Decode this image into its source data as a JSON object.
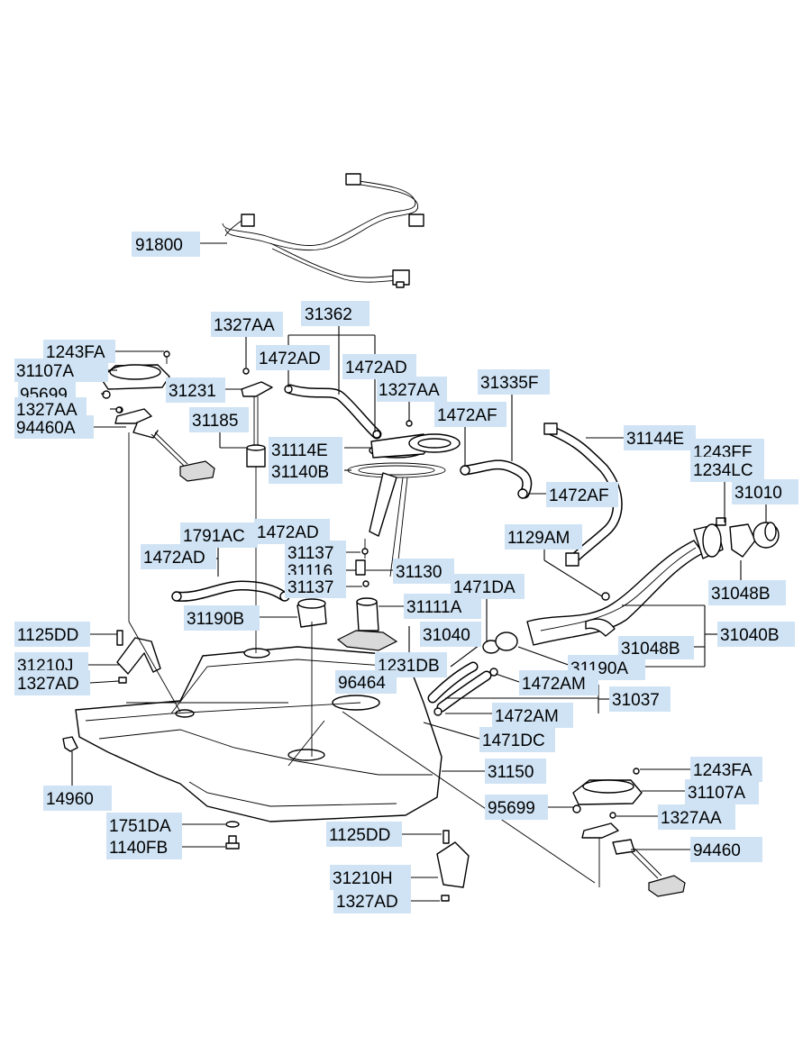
{
  "diagram": {
    "background": "#ffffff",
    "label_color": "#cfe3f4",
    "line_color": "#000000"
  },
  "labels": {
    "l91800": "91800",
    "l31362": "31362",
    "l1327AA_top": "1327AA",
    "l1243FA_left": "1243FA",
    "l31107A_left": "31107A",
    "l95699_left": "95699",
    "l1327AA_left": "1327AA",
    "l94460A": "94460A",
    "l1472AD_a": "1472AD",
    "l1472AD_b": "1472AD",
    "l1327AA_mid": "1327AA",
    "l31335F": "31335F",
    "l1472AF_a": "1472AF",
    "l1472AF_b": "1472AF",
    "l31231": "31231",
    "l31185": "31185",
    "l31114E": "31114E",
    "l31140B": "31140B",
    "l31144E": "31144E",
    "l1243FF": "1243FF",
    "l1234LC": "1234LC",
    "l31010": "31010",
    "l1129AM": "1129AM",
    "l31048B_a": "31048B",
    "l1791AC": "1791AC",
    "l1472AD_c": "1472AD",
    "l1472AD_d": "1472AD",
    "l31137_a": "31137",
    "l31116": "31116",
    "l31130": "31130",
    "l31137_b": "31137",
    "l1471DA": "1471DA",
    "l31111A": "31111A",
    "l31190B": "31190B",
    "l1125DD_left": "1125DD",
    "l31040": "31040",
    "l31040B": "31040B",
    "l31048B_b": "31048B",
    "l31210J": "31210J",
    "l1231DB": "1231DB",
    "l31190A": "31190A",
    "l96464": "96464",
    "l1327AD_left": "1327AD",
    "l1472AM_a": "1472AM",
    "l31037": "31037",
    "l1472AM_b": "1472AM",
    "l1471DC": "1471DC",
    "l31150": "31150",
    "l1243FA_right": "1243FA",
    "l14960": "14960",
    "l31107A_right": "31107A",
    "l95699_right": "95699",
    "l1327AA_right": "1327AA",
    "l1751DA": "1751DA",
    "l1125DD_bottom": "1125DD",
    "l1140FB": "1140FB",
    "l94460": "94460",
    "l31210H": "31210H",
    "l1327AD_bottom": "1327AD"
  }
}
